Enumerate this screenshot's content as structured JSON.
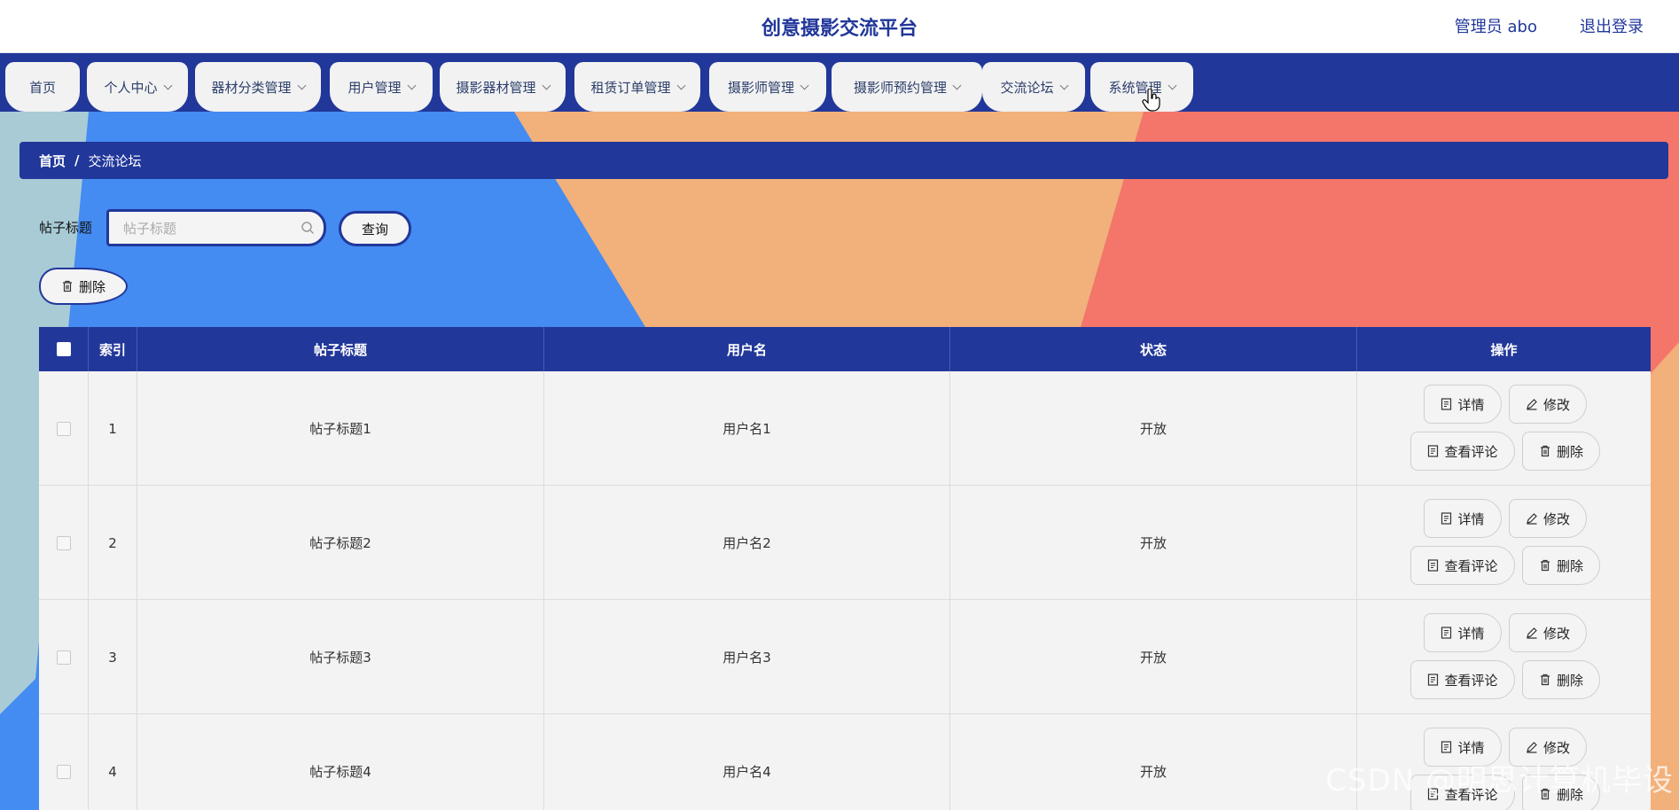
{
  "header": {
    "title": "创意摄影交流平台",
    "admin_label": "管理员 abo",
    "logout_label": "退出登录"
  },
  "nav": {
    "tabs": [
      {
        "label": "首页",
        "dropdown": false
      },
      {
        "label": "个人中心",
        "dropdown": true
      },
      {
        "label": "器材分类管理",
        "dropdown": true
      },
      {
        "label": "用户管理",
        "dropdown": true
      },
      {
        "label": "摄影器材管理",
        "dropdown": true
      },
      {
        "label": "租赁订单管理",
        "dropdown": true
      },
      {
        "label": "摄影师管理",
        "dropdown": true
      },
      {
        "label": "摄影师预约管理",
        "dropdown": true
      },
      {
        "label": "交流论坛",
        "dropdown": true
      },
      {
        "label": "系统管理",
        "dropdown": true
      }
    ]
  },
  "breadcrumb": {
    "home": "首页",
    "separator": "/",
    "current": "交流论坛"
  },
  "search": {
    "label": "帖子标题",
    "placeholder": "帖子标题",
    "value": "",
    "query_label": "查询"
  },
  "toolbar": {
    "delete_label": "删除"
  },
  "table": {
    "columns": [
      "索引",
      "帖子标题",
      "用户名",
      "状态",
      "操作"
    ],
    "rows": [
      {
        "index": "1",
        "title": "帖子标题1",
        "username": "用户名1",
        "status": "开放"
      },
      {
        "index": "2",
        "title": "帖子标题2",
        "username": "用户名2",
        "status": "开放"
      },
      {
        "index": "3",
        "title": "帖子标题3",
        "username": "用户名3",
        "status": "开放"
      },
      {
        "index": "4",
        "title": "帖子标题4",
        "username": "用户名4",
        "status": "开放"
      }
    ],
    "actions": {
      "detail": "详情",
      "edit": "修改",
      "comments": "查看评论",
      "delete": "删除"
    }
  },
  "watermark": "CSDN @明思计算机毕设",
  "colors": {
    "primary": "#21379a",
    "bg_blue": "#448bf2",
    "bg_orange": "#f2b07a",
    "bg_red": "#f4756a",
    "bg_teal": "#a8cbd6",
    "table_bg": "#f3f3f3"
  }
}
